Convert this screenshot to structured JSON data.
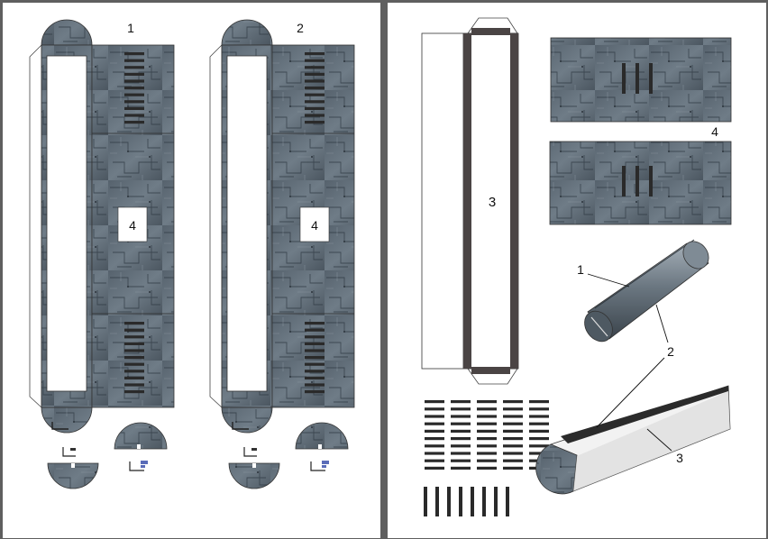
{
  "sheet_left": {
    "strip_1": {
      "number": "1",
      "center_label": "4"
    },
    "strip_2": {
      "number": "2",
      "center_label": "4"
    }
  },
  "sheet_right": {
    "panel_3_label": "3",
    "panel_4_label": "4",
    "callouts": {
      "one": "1",
      "two": "2",
      "three": "3"
    }
  },
  "colors": {
    "metal_dark": "#3e4852",
    "metal_mid": "#5c6873",
    "metal_light": "#8c98a3",
    "slot": "#2a2a2a",
    "band": "#4a4444",
    "paper": "#ffffff",
    "divider": "#5f5f5f"
  },
  "icons": [
    "cut-line-icon",
    "slot-mark-icon"
  ]
}
